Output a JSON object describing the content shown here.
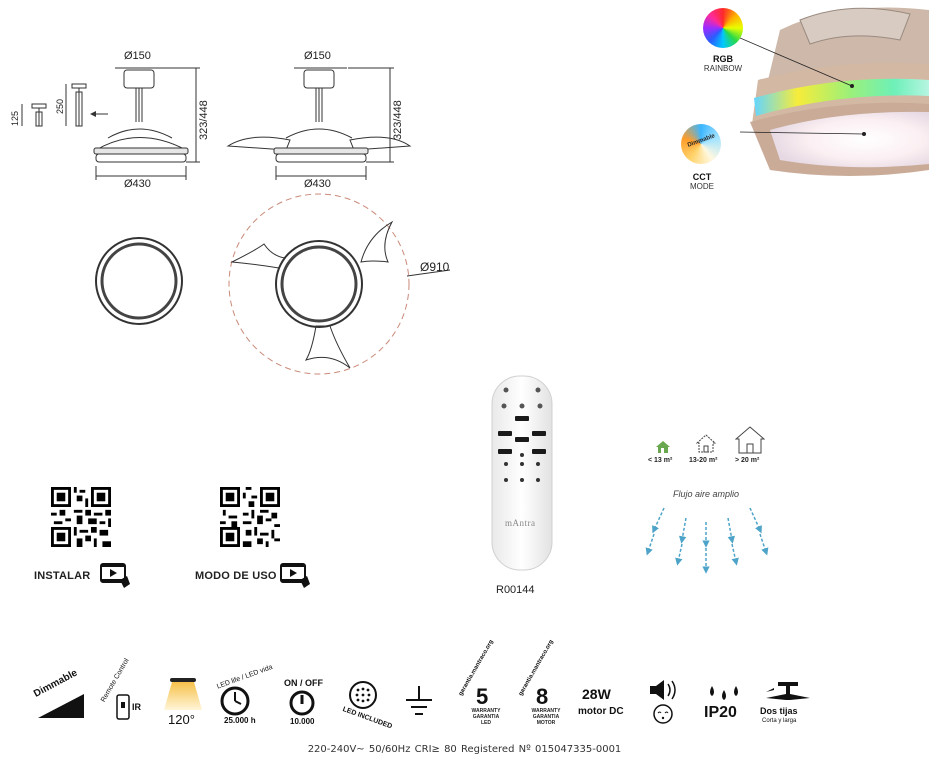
{
  "drawing": {
    "dim_top_1": "Ø150",
    "dim_top_2": "Ø150",
    "dim_bottom_1": "Ø430",
    "dim_bottom_2": "Ø430",
    "height_1": "323/448",
    "height_2": "323/448",
    "rod_125": "125",
    "rod_250": "250",
    "blade_span": "Ø910"
  },
  "light_modes": {
    "rgb_title": "RGB",
    "rgb_sub": "RAINBOW",
    "cct_title": "CCT",
    "cct_sub": "MODE",
    "cct_badge": "Dimmable"
  },
  "qr": {
    "install_label": "INSTALAR",
    "usage_label": "MODO DE USO"
  },
  "remote": {
    "brand": "mAntra",
    "model": "R00144"
  },
  "airflow": {
    "rooms": [
      "< 13 m²",
      "13-20 m²",
      "> 20 m²"
    ],
    "title": "Flujo aire amplio"
  },
  "features": {
    "dimmable": "Dimmable",
    "remote_control": "Remote Control",
    "ir": "IR",
    "angle": "120°",
    "led_life": "LED life / LED vida",
    "led_hours": "25.000 h",
    "onoff": "ON / OFF",
    "onoff_count": "10.000",
    "led_included": "LED INCLUDED",
    "warranty_led_years": "5",
    "warranty_led_text": "WARRANTY GARANTIA LED",
    "warranty_motor_years": "8",
    "warranty_motor_text": "WARRANTY GARANTIA MOTOR",
    "warranty_site": "garantia.mantraco.org",
    "power": "28W",
    "motor": "motor DC",
    "ip": "IP20",
    "rods": "Dos tijas",
    "rods_sub": "Corta y larga"
  },
  "footer": "220-240V~ 50/60Hz CRI≥ 80    Registered  Nº 015047335-0001"
}
